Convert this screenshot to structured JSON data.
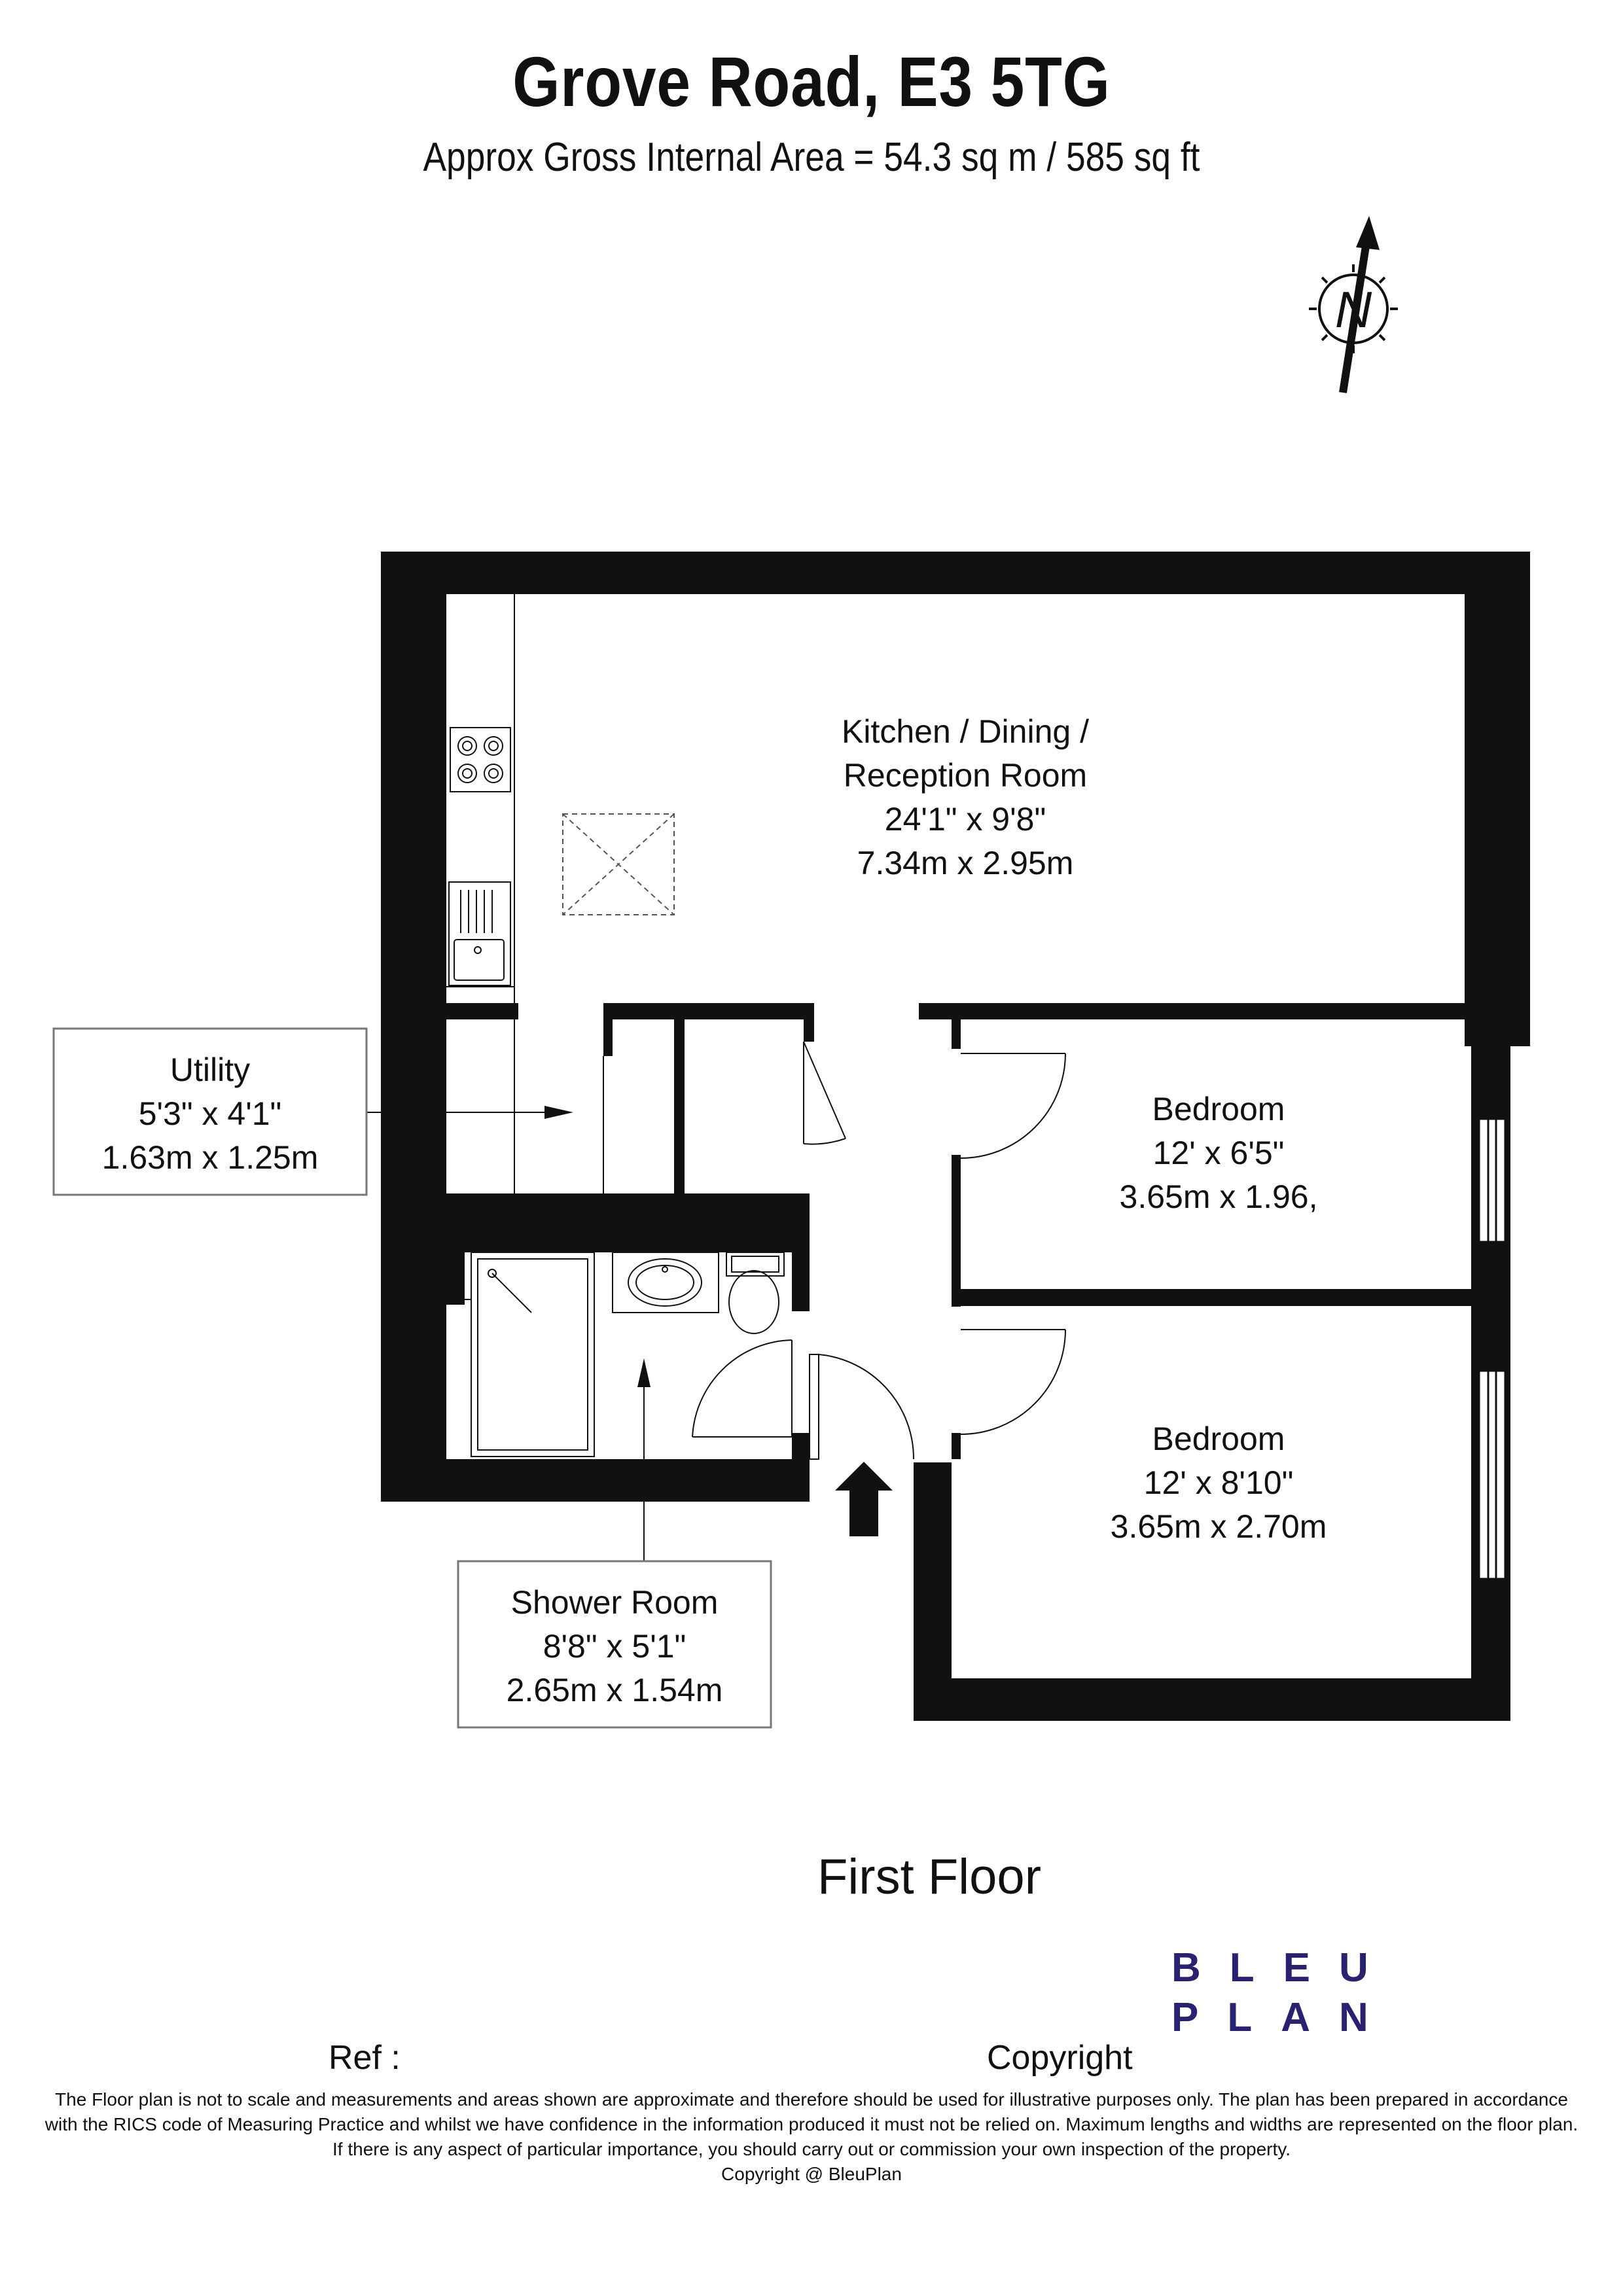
{
  "header": {
    "title": "Grove Road, E3 5TG",
    "area": "Approx Gross Internal Area = 54.3 sq m / 585 sq ft"
  },
  "compass": {
    "label": "N"
  },
  "rooms": {
    "kitchen": {
      "name_line1": "Kitchen / Dining /",
      "name_line2": "Reception Room",
      "imperial": "24'1\" x 9'8\"",
      "metric": "7.34m x 2.95m"
    },
    "bedroom1": {
      "name": "Bedroom",
      "imperial": "12' x 6'5\"",
      "metric": "3.65m x 1.96,"
    },
    "bedroom2": {
      "name": "Bedroom",
      "imperial": "12' x 8'10\"",
      "metric": "3.65m x 2.70m"
    },
    "utility": {
      "name": "Utility",
      "imperial": "5'3\" x 4'1\"",
      "metric": "1.63m x 1.25m"
    },
    "shower": {
      "name": "Shower Room",
      "imperial": "8'8\" x 5'1\"",
      "metric": "2.65m x 1.54m"
    }
  },
  "floor_label": "First Floor",
  "footer": {
    "ref_label": "Ref  :",
    "copyright_label": "Copyright",
    "logo_line1": "BLEU",
    "logo_line2": "PLAN",
    "logo_color": "#29226e",
    "disclaimer_line1": "The Floor plan is not to scale and measurements and areas shown are approximate and therefore should be used for illustrative purposes only. The plan has been prepared in accordance",
    "disclaimer_line2": "with the RICS code of Measuring Practice and whilst we have confidence in the information produced it must not be relied on. Maximum lengths and widths are represented on the floor plan.",
    "disclaimer_line3": "If there is any aspect of particular importance, you should carry out or commission your own inspection of the property.",
    "disclaimer_line4": "Copyright @ BleuPlan"
  }
}
